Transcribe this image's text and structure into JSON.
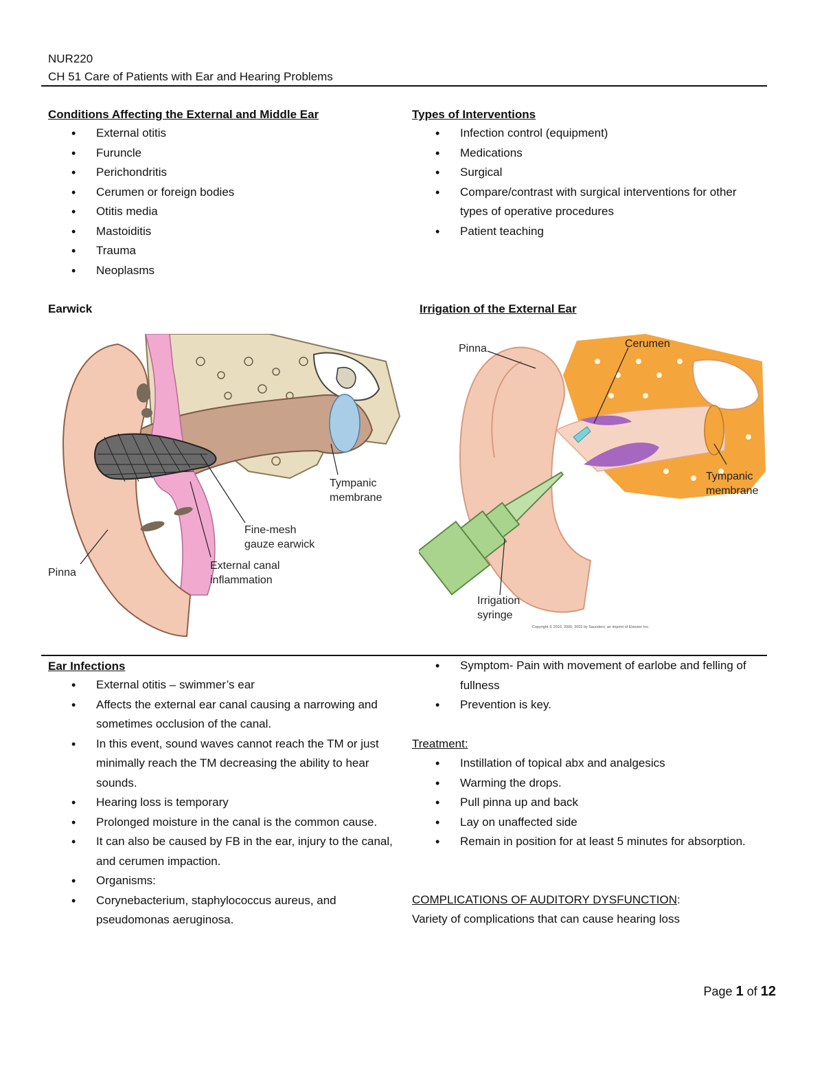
{
  "header": {
    "course": "NUR220",
    "chapter": "CH 51 Care of Patients with Ear and Hearing Problems"
  },
  "conditions": {
    "title": "Conditions Affecting the External and Middle Ear",
    "items": [
      "External otitis",
      "Furuncle",
      "Perichondritis",
      "Cerumen or foreign bodies",
      "Otitis media",
      "Mastoiditis",
      "Trauma",
      "Neoplasms"
    ]
  },
  "interventions": {
    "title": "Types of Interventions",
    "items": [
      "Infection control (equipment)",
      "Medications",
      "Surgical",
      "Compare/contrast with surgical interventions for other types of operative procedures",
      "Patient teaching"
    ]
  },
  "earwick": {
    "title": "Earwick",
    "labels": {
      "tympanic": [
        "Tympanic",
        "membrane"
      ],
      "gauze": [
        "Fine-mesh",
        "gauze earwick"
      ],
      "canal": [
        "External canal",
        "inflammation"
      ],
      "pinna": "Pinna"
    }
  },
  "irrigation": {
    "title": "Irrigation of the External Ear",
    "labels": {
      "pinna": "Pinna",
      "cerumen": "Cerumen",
      "tympanic": [
        "Tympanic",
        "membrane"
      ],
      "syringe": [
        "Irrigation",
        "syringe"
      ]
    },
    "copyright": "Copyright © 2016, 2006, 2002 by Saunders, an imprint of Elsevier Inc."
  },
  "ear_infections": {
    "title": "Ear Infections",
    "items": [
      "External otitis – swimmer’s ear",
      "Affects the external ear canal causing a narrowing and sometimes occlusion of the canal.",
      "In this event, sound waves cannot reach the TM or just minimally reach the TM decreasing the ability to hear sounds.",
      "Hearing loss is temporary",
      "Prolonged moisture in the canal is the common cause.",
      "It can also be caused by FB in the ear, injury to the canal, and cerumen impaction.",
      "Organisms:",
      "Corynebacterium, staphylococcus aureus, and pseudomonas aeruginosa."
    ]
  },
  "symptoms": {
    "items": [
      "Symptom- Pain with movement of earlobe and felling of fullness",
      "Prevention is key."
    ]
  },
  "treatment": {
    "title": "Treatment:",
    "items": [
      "Instillation of topical abx and analgesics",
      "Warming the drops.",
      "Pull pinna up and back",
      "Lay on unaffected side",
      "Remain in position for at least 5 minutes for absorption."
    ]
  },
  "complications": {
    "title": "COMPLICATIONS OF AUDITORY DYSFUNCTION",
    "colon": ":",
    "text": "Variety of complications that can cause hearing loss"
  },
  "footer": {
    "page_word": "Page",
    "page_num": "1",
    "of_word": "of",
    "page_total": "12"
  },
  "colors": {
    "pink": "#f2a9cf",
    "bone": "#e9ddc0",
    "skin": "#f3c9b4",
    "orange": "#f4a53c",
    "purple": "#a567c0",
    "syringe": "#a9d48e"
  }
}
